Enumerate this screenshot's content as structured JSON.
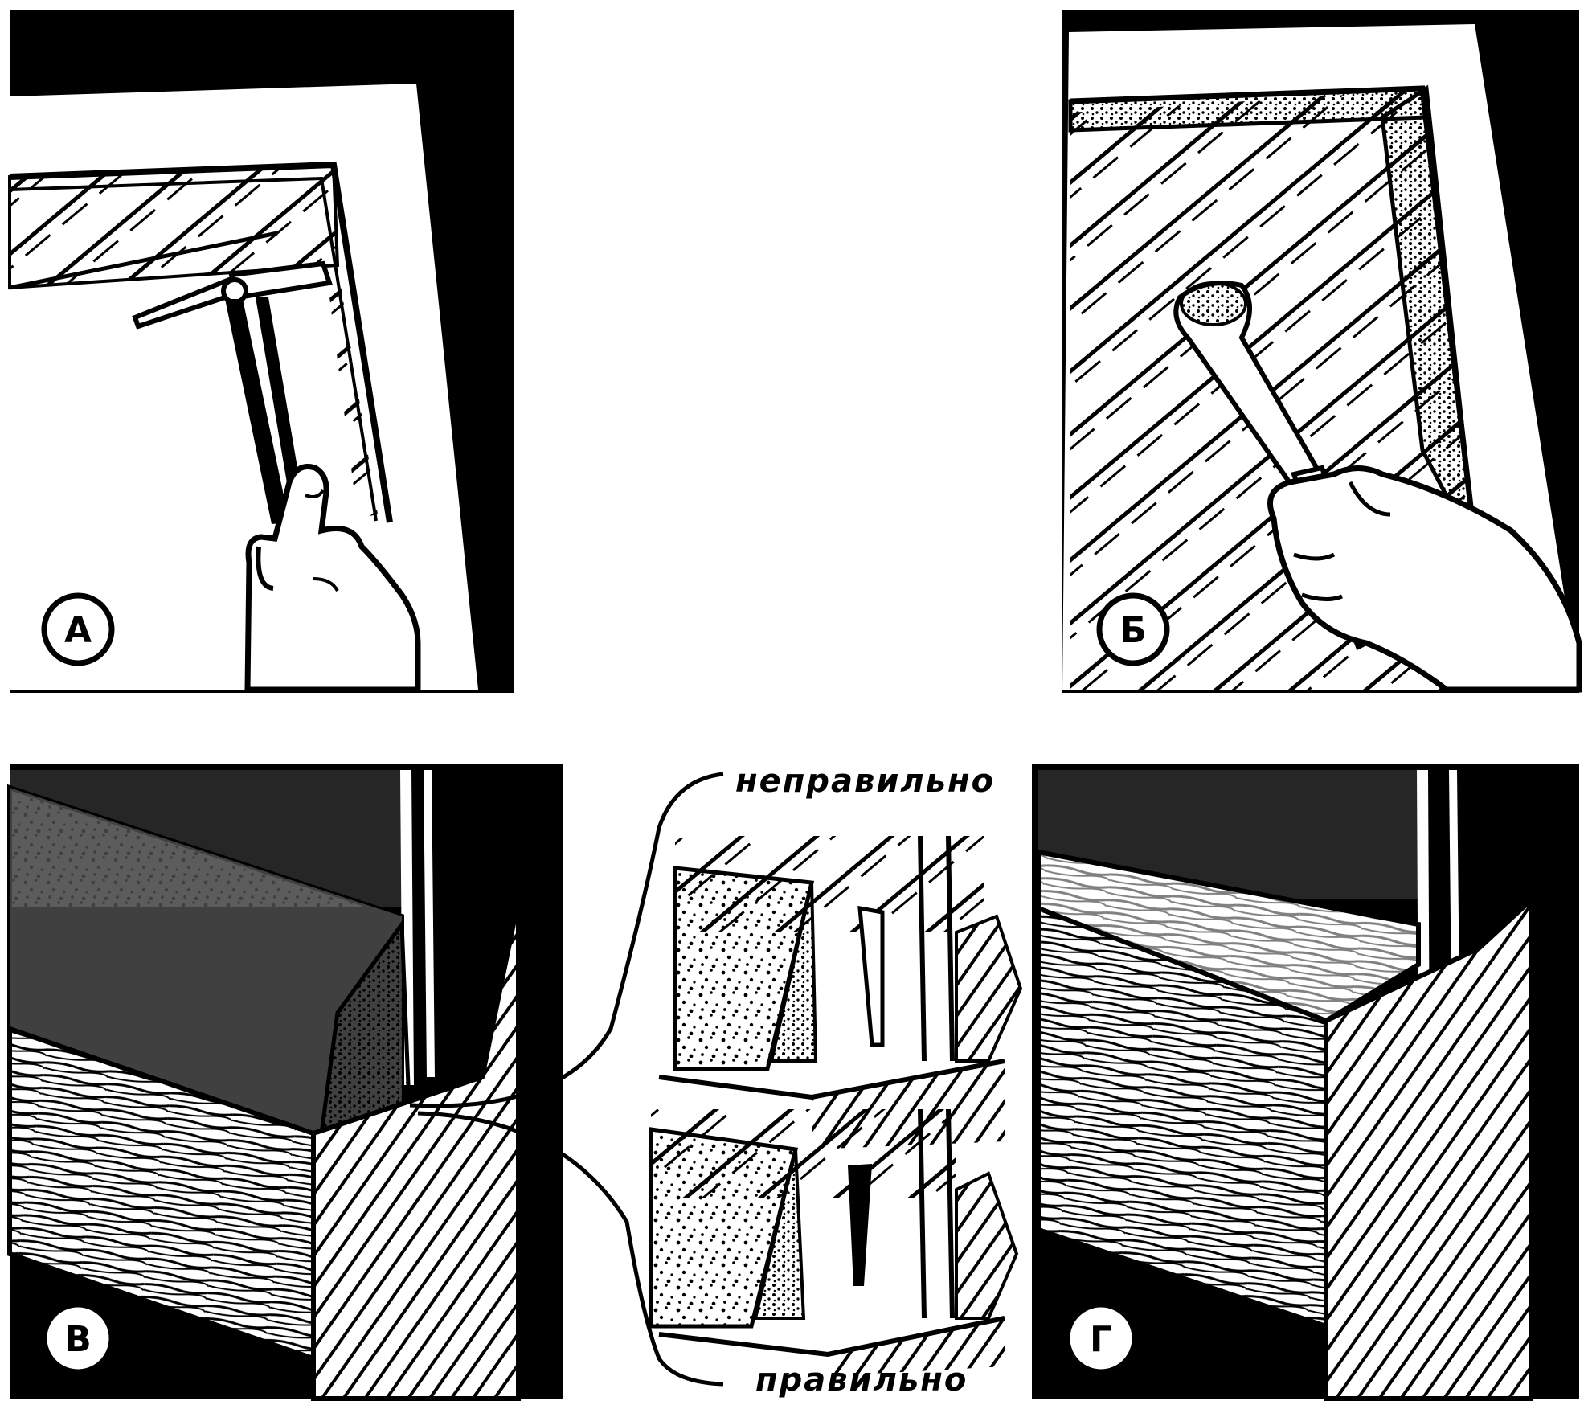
{
  "panels": [
    {
      "label": "А"
    },
    {
      "label": "Б"
    },
    {
      "label": "В"
    },
    {
      "label": "Г"
    }
  ],
  "inset": {
    "wrong_label": "неправильно",
    "right_label": "правильно"
  },
  "colors": {
    "ink": "#000000",
    "paper": "#ffffff"
  }
}
